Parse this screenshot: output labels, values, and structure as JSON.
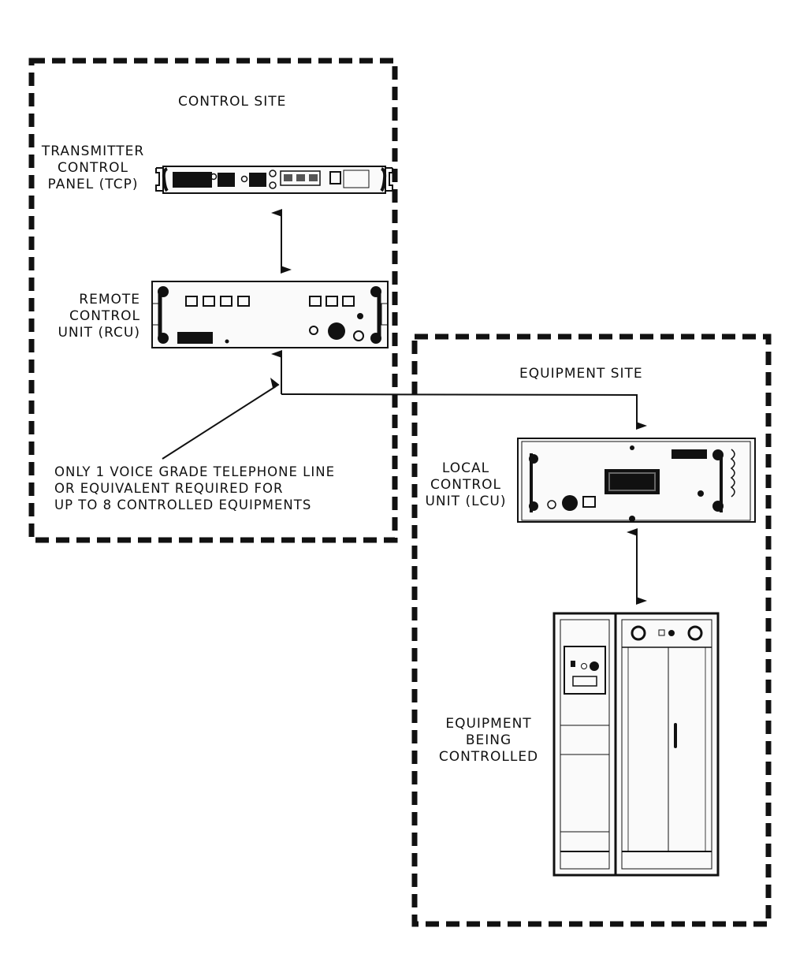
{
  "control_site": {
    "title": "CONTROL SITE",
    "tcp_label": [
      "TRANSMITTER",
      "CONTROL",
      "PANEL (TCP)"
    ],
    "rcu_label": [
      "REMOTE",
      "CONTROL",
      "UNIT (RCU)"
    ],
    "note": [
      "ONLY 1 VOICE GRADE TELEPHONE LINE",
      "OR EQUIVALENT REQUIRED FOR",
      "UP TO 8 CONTROLLED EQUIPMENTS"
    ]
  },
  "equipment_site": {
    "title": "EQUIPMENT SITE",
    "lcu_label": [
      "LOCAL",
      "CONTROL",
      "UNIT (LCU)"
    ],
    "equipment_label": [
      "EQUIPMENT",
      "BEING",
      "CONTROLLED"
    ]
  },
  "colors": {
    "ink": "#111111",
    "paper": "#ffffff",
    "panel": "#fafafa"
  }
}
